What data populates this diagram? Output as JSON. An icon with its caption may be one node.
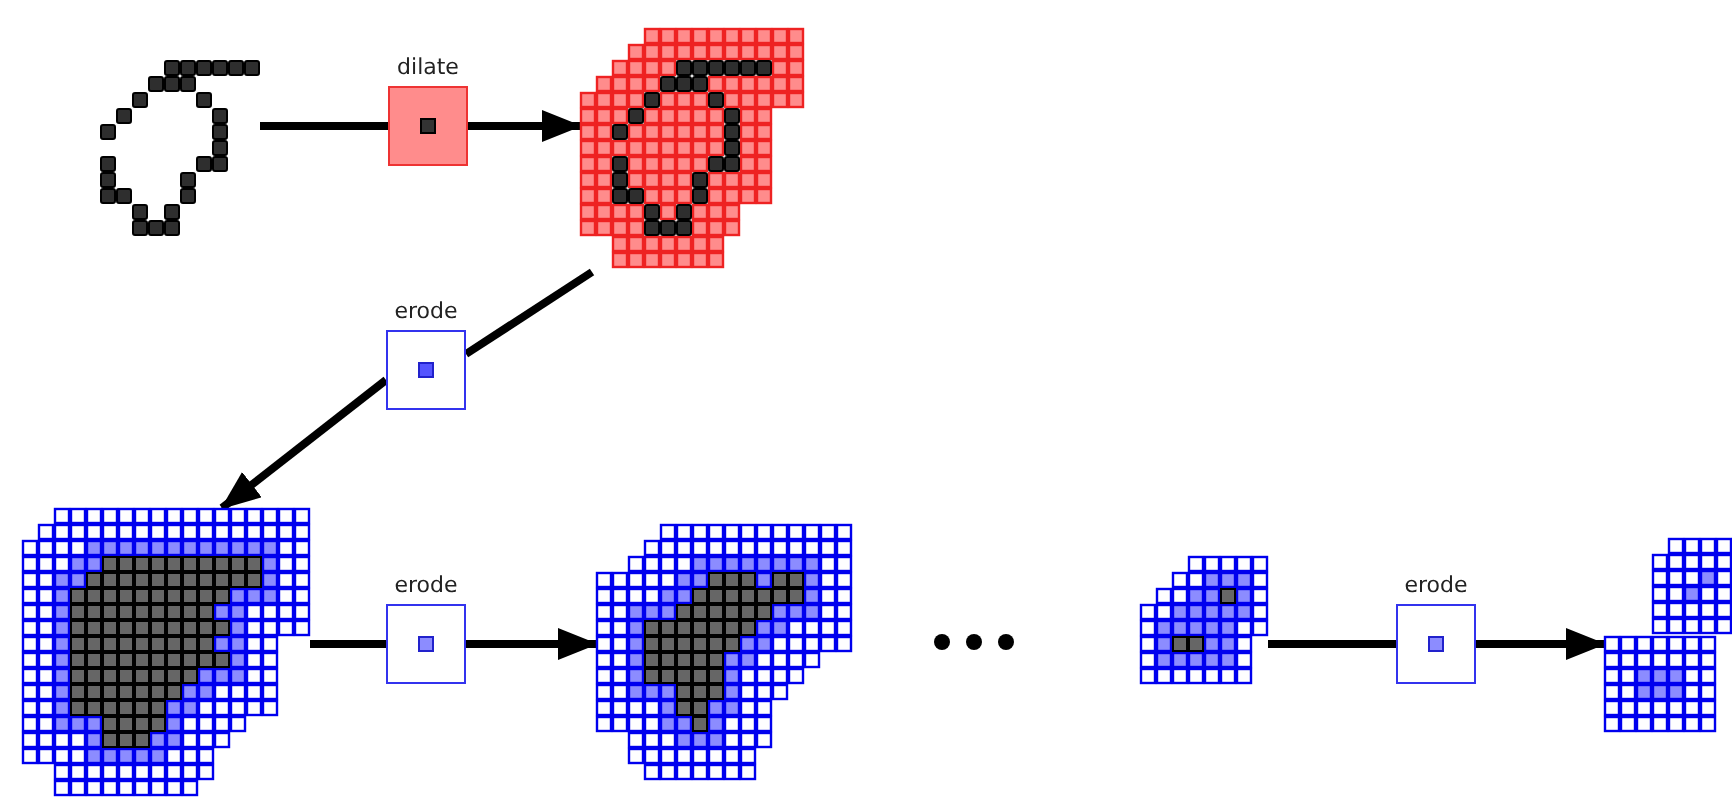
{
  "diagram": {
    "nodes": [
      {
        "text": [],
        "shape": "picture"
      },
      {
        "text": [
          "dilate"
        ]
      },
      {
        "text": [],
        "shape": "picture"
      },
      {
        "text": [
          "erode"
        ]
      },
      {
        "text": [],
        "shape": "picture"
      },
      {
        "text": [
          "erode"
        ]
      },
      {
        "text": [],
        "shape": "picture"
      },
      {
        "text": [],
        "shape": "picture"
      },
      {
        "text": [
          "erode"
        ]
      },
      {
        "text": [],
        "shape": "picture"
      }
    ],
    "edges": [
      {
        "from": 0,
        "to": 1,
        "arrow": "none"
      },
      {
        "from": 1,
        "to": 2,
        "arrow": "to"
      },
      {
        "from": 2,
        "to": 3,
        "arrow": "none"
      },
      {
        "from": 3,
        "to": 4,
        "arrow": "to"
      },
      {
        "from": 4,
        "to": 5,
        "arrow": "none"
      },
      {
        "from": 5,
        "to": 6,
        "arrow": "to"
      },
      {
        "from": 7,
        "to": 8,
        "arrow": "none"
      },
      {
        "from": 8,
        "to": 9,
        "arrow": "to"
      }
    ]
  }
}
